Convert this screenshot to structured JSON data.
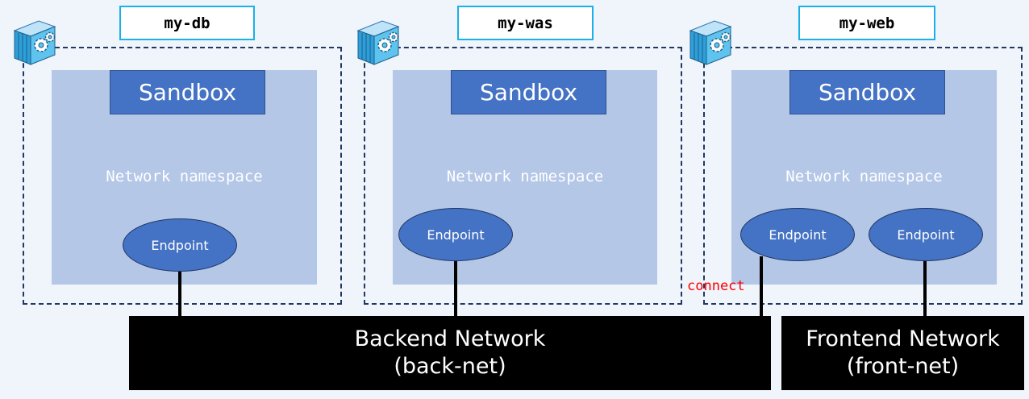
{
  "containers": [
    {
      "name": "my-db",
      "sandbox": "Sandbox",
      "namespace": "Network namespace",
      "endpoints": [
        "Endpoint"
      ]
    },
    {
      "name": "my-was",
      "sandbox": "Sandbox",
      "namespace": "Network namespace",
      "endpoints": [
        "Endpoint"
      ]
    },
    {
      "name": "my-web",
      "sandbox": "Sandbox",
      "namespace": "Network namespace",
      "endpoints": [
        "Endpoint",
        "Endpoint"
      ]
    }
  ],
  "networks": {
    "backend": {
      "title": "Backend Network",
      "subtitle": "(back-net)"
    },
    "frontend": {
      "title": "Frontend Network",
      "subtitle": "(front-net)"
    }
  },
  "connect_label": "connect",
  "icons": {
    "container": "container-gear-icon"
  },
  "colors": {
    "name_border": "#1ab0e8",
    "sandbox": "#4472c4",
    "namespace_area": "#b4c7e7",
    "network": "#000000",
    "connect": "#ff0000"
  }
}
